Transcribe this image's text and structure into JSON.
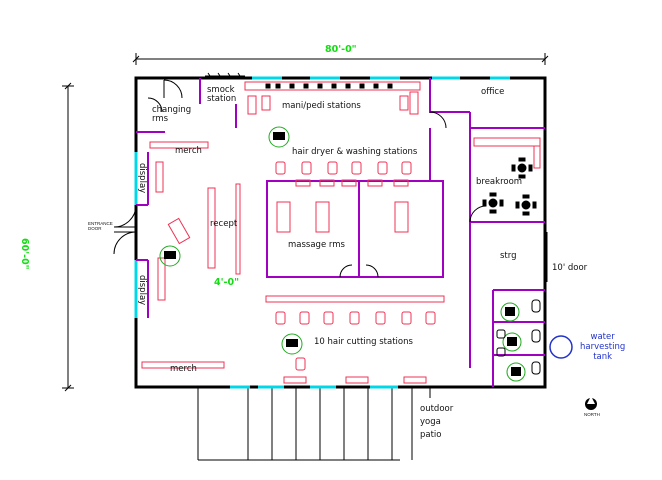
{
  "colors": {
    "wall": "#000000",
    "partition": "#a000c0",
    "window": "#00d8e8",
    "fixture": "#ee3355",
    "dimension": "#11dd11",
    "accent_blue": "#2233cc",
    "station_ring": "#22aa22"
  },
  "dimensions": {
    "width": "80'-0\"",
    "height": "60'-0\"",
    "recept_gap": "4'-0\""
  },
  "rooms": {
    "smock_station": "smock\nstation",
    "changing_rms": "changing\nrms",
    "mani_pedi": "mani/pedi stations",
    "office": "office",
    "merch_top": "merch",
    "hair_dryer": "hair dryer & washing stations",
    "breakroom": "breakroom",
    "display_top": "display",
    "recept": "recept",
    "massage_rms": "massage rms",
    "strg": "strg",
    "door_10": "10' door",
    "display_bottom": "display",
    "hair_cutting": "10 hair cutting stations",
    "merch_bottom": "merch",
    "outdoor_patio": "outdoor\nyoga\npatio",
    "water_tank": "water\nharvesting\ntank",
    "entrance": "ENTRANCE\nDOOR",
    "north": "NORTH"
  }
}
